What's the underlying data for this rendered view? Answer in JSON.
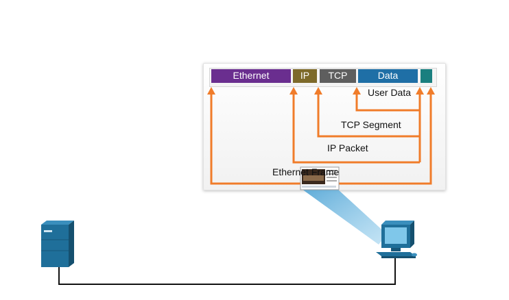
{
  "encapsulation": {
    "segments": [
      {
        "label": "Ethernet",
        "color": "#6a2e8f"
      },
      {
        "label": "IP",
        "color": "#7d6a2a"
      },
      {
        "label": "TCP",
        "color": "#5e5e5e"
      },
      {
        "label": "Data",
        "color": "#1f6fa6"
      },
      {
        "label": "",
        "color": "#1a7f7f"
      }
    ],
    "labels": {
      "user_data": "User Data",
      "tcp_segment": "TCP Segment",
      "ip_packet": "IP Packet",
      "ethernet_frame": "Ethernet Frame"
    },
    "arrow_color": "#f07c2a"
  },
  "devices": {
    "server": "server-icon",
    "pc": "pc-icon"
  }
}
